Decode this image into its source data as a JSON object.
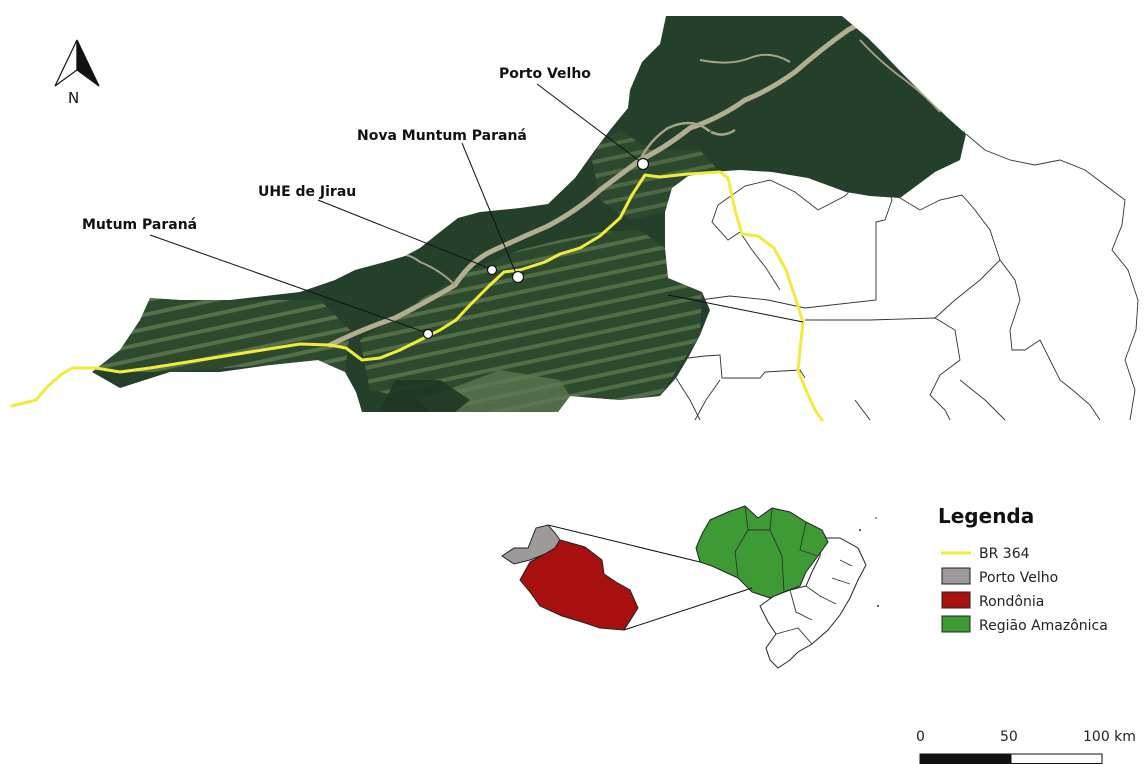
{
  "north_arrow": {
    "letter": "N"
  },
  "places": [
    {
      "id": "porto-velho",
      "label": "Porto Velho"
    },
    {
      "id": "nova-muntum-parana",
      "label": "Nova Muntum Paraná"
    },
    {
      "id": "uhe-de-jirau",
      "label": "UHE de Jirau"
    },
    {
      "id": "mutum-parana",
      "label": "Mutum Paraná"
    }
  ],
  "legend": {
    "title": "Legenda",
    "items": [
      {
        "label": "BR 364",
        "kind": "line",
        "color": "#f2ea3c"
      },
      {
        "label": "Porto Velho",
        "kind": "fill",
        "color": "#9e9a9a"
      },
      {
        "label": "Rondônia",
        "kind": "fill",
        "color": "#a8100f"
      },
      {
        "label": "Região Amazônica",
        "kind": "fill",
        "color": "#3d9a35"
      }
    ]
  },
  "scale_bar": {
    "labels": [
      "0",
      "50",
      "100 km"
    ]
  },
  "colors": {
    "forest": "#24402a",
    "deforested": "#4f6a45",
    "river": "#b3ad92",
    "road": "#f2ea3c",
    "rondonia": "#a8100f",
    "porto_velho": "#9e9a9a",
    "amazonia": "#3d9a35"
  }
}
